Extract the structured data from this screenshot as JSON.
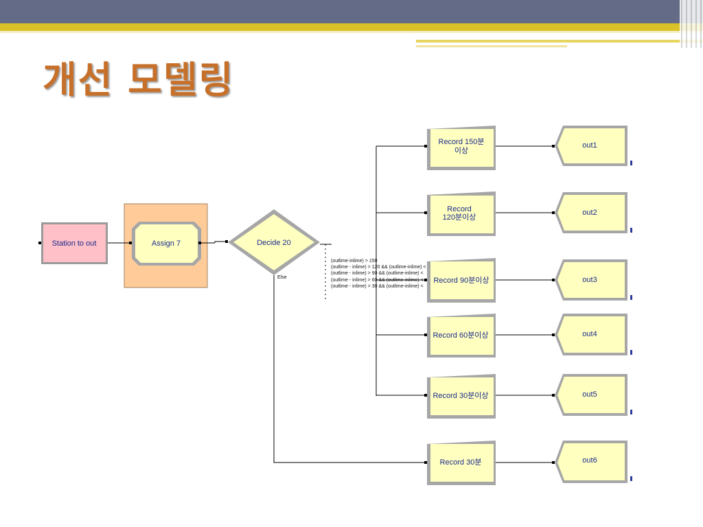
{
  "slide": {
    "title": "개선 모델링"
  },
  "modules": {
    "station": "Station to out",
    "assign": "Assign 7",
    "decide": "Decide 20",
    "else": "Else",
    "records": [
      {
        "line1": "Record 150분",
        "line2": "이상"
      },
      {
        "line1": "Record",
        "line2": "120분이상"
      },
      {
        "line1": "Record 90분이상",
        "line2": ""
      },
      {
        "line1": "Record 60분이상",
        "line2": ""
      },
      {
        "line1": "Record 30분이상",
        "line2": ""
      },
      {
        "line1": "Record 30분",
        "line2": ""
      }
    ],
    "outs": [
      "out1",
      "out2",
      "out3",
      "out4",
      "out5",
      "out6"
    ]
  },
  "conditions": [
    "(outlime-inlime) > 150",
    "(outlime - inlime) > 120 && (outlime-inlime) <",
    "(outlime - inlime) > 90 && (outlime-inlime) <",
    "(outlime - inlime) > 60 && (outlime-inlime) <",
    "(outlime - inlime) > 30 && (outlime-inlime) <"
  ],
  "colors": {
    "module_fill": "#ffffc0",
    "station_fill": "#ffc0c8",
    "assign_box": "#ffcc99",
    "connector": "#000000"
  }
}
